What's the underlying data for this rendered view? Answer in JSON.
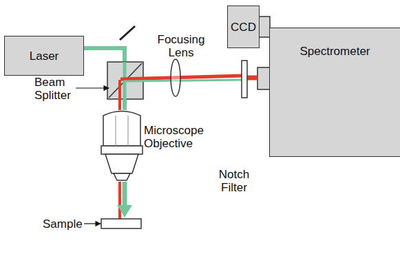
{
  "diagram": {
    "nodes": [
      {
        "text": [
          "Laser"
        ]
      },
      {
        "text": [
          "CCD"
        ]
      },
      {
        "text": [
          "Spectrometer"
        ]
      }
    ],
    "labels": [
      "Focusing Lens",
      "Beam Splitter",
      "Microscope Objective",
      "Notch Filter",
      "Sample"
    ]
  }
}
